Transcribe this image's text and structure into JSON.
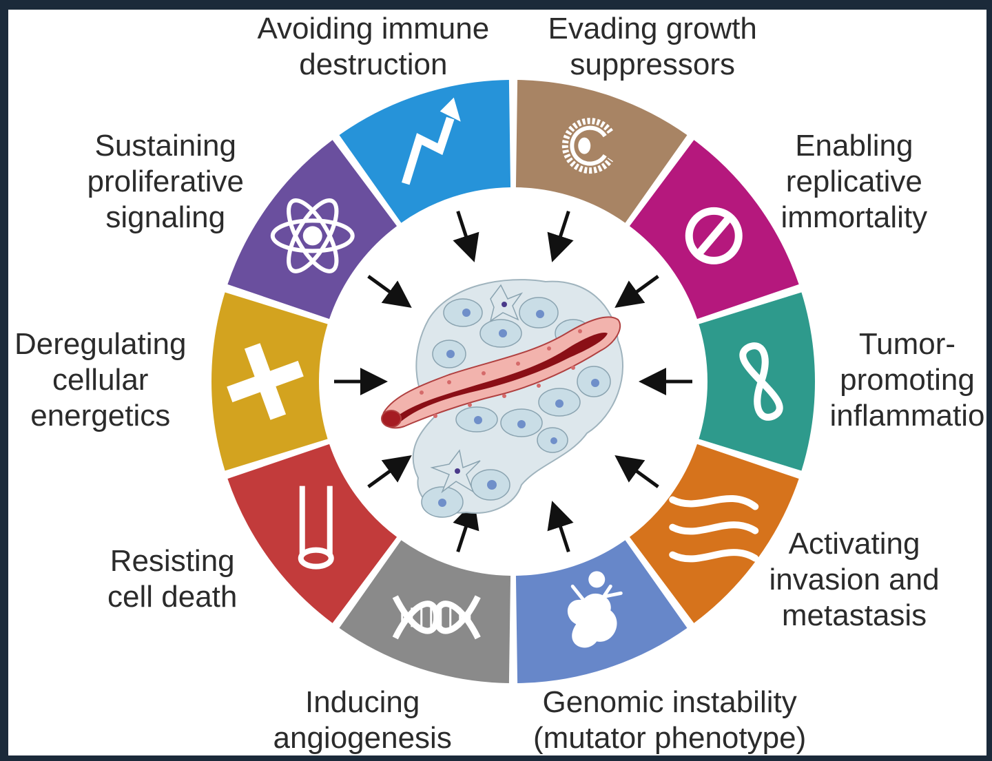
{
  "hallmarks": [
    {
      "id": "immune",
      "lines": [
        "Avoiding immune",
        "destruction"
      ],
      "color": "#a88464",
      "icon": "pacman-cell-icon"
    },
    {
      "id": "growth",
      "lines": [
        "Evading growth",
        "suppressors"
      ],
      "color": "#b5187d",
      "icon": "prohibited-icon"
    },
    {
      "id": "immortality",
      "lines": [
        "Enabling",
        "replicative",
        "immortality"
      ],
      "color": "#2e9a8c",
      "icon": "infinity-icon"
    },
    {
      "id": "inflammation",
      "lines": [
        "Tumor-",
        "promoting",
        "inflammatio"
      ],
      "color": "#d6731c",
      "icon": "flame-icon"
    },
    {
      "id": "invasion",
      "lines": [
        "Activating",
        "invasion and",
        "metastasis"
      ],
      "color": "#6787c9",
      "icon": "metastasis-icon"
    },
    {
      "id": "genomic",
      "lines": [
        "Genomic instability",
        "(mutator phenotype)"
      ],
      "color": "#8a8a8a",
      "icon": "dna-icon"
    },
    {
      "id": "angiogenesis",
      "lines": [
        "Inducing",
        "angiogenesis"
      ],
      "color": "#c23b3b",
      "icon": "vessel-icon"
    },
    {
      "id": "death",
      "lines": [
        "Resisting",
        "cell death"
      ],
      "color": "#d3a31f",
      "icon": "cross-icon"
    },
    {
      "id": "energetics",
      "lines": [
        "Deregulating",
        "cellular",
        "energetics"
      ],
      "color": "#6a4f9e",
      "icon": "atom-icon"
    },
    {
      "id": "proliferative",
      "lines": [
        "Sustaining",
        "proliferative",
        "signaling"
      ],
      "color": "#2693d9",
      "icon": "arrow-up-icon"
    }
  ]
}
